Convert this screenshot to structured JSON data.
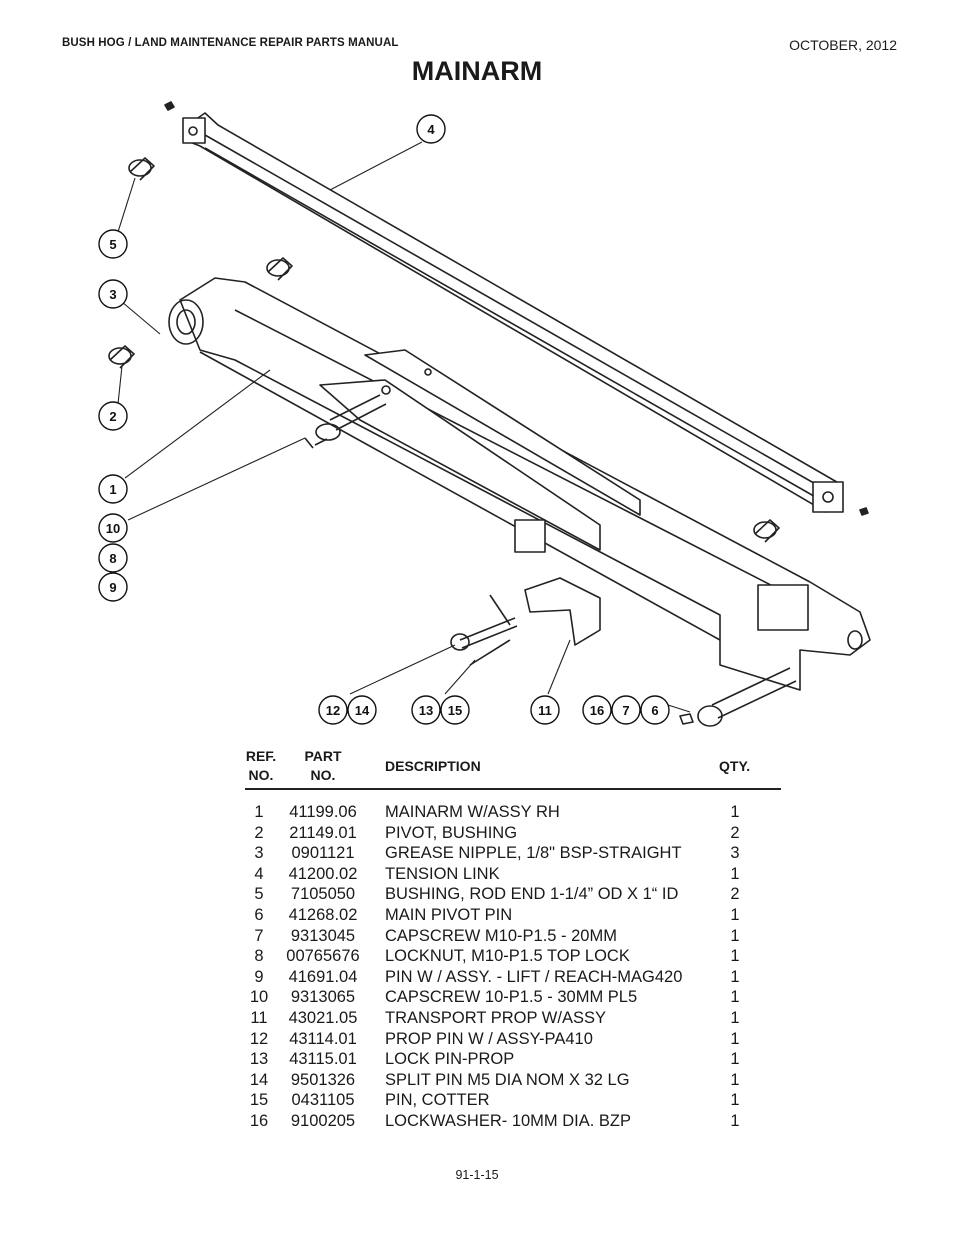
{
  "header": {
    "manual_title": "BUSH HOG / LAND MAINTENANCE REPAIR PARTS MANUAL",
    "date": "OCTOBER, 2012"
  },
  "page_title": "MAINARM",
  "diagram": {
    "callouts": [
      "4",
      "5",
      "3",
      "2",
      "1",
      "10",
      "8",
      "9",
      "12",
      "14",
      "13",
      "15",
      "11",
      "16",
      "7",
      "6"
    ]
  },
  "table": {
    "headers": {
      "ref_line1": "REF.",
      "ref_line2": "NO.",
      "part_line1": "PART",
      "part_line2": "NO.",
      "description": "DESCRIPTION",
      "qty": "QTY."
    },
    "rows": [
      {
        "ref": "1",
        "part": "41199.06",
        "desc": "MAINARM W/ASSY RH",
        "qty": "1"
      },
      {
        "ref": "2",
        "part": "21149.01",
        "desc": "PIVOT, BUSHING",
        "qty": "2"
      },
      {
        "ref": "3",
        "part": "0901121",
        "desc": "GREASE NIPPLE, 1/8\" BSP-STRAIGHT",
        "qty": "3"
      },
      {
        "ref": "4",
        "part": "41200.02",
        "desc": "TENSION LINK",
        "qty": "1"
      },
      {
        "ref": "5",
        "part": "7105050",
        "desc": "BUSHING, ROD END 1-1/4” OD X 1“ ID",
        "qty": "2"
      },
      {
        "ref": "6",
        "part": "41268.02",
        "desc": "MAIN PIVOT PIN",
        "qty": "1"
      },
      {
        "ref": "7",
        "part": "9313045",
        "desc": "CAPSCREW M10-P1.5 - 20MM",
        "qty": "1"
      },
      {
        "ref": "8",
        "part": "00765676",
        "desc": "LOCKNUT, M10-P1.5 TOP LOCK",
        "qty": "1"
      },
      {
        "ref": "9",
        "part": "41691.04",
        "desc": "PIN W / ASSY. - LIFT / REACH-MAG420",
        "qty": "1"
      },
      {
        "ref": "10",
        "part": "9313065",
        "desc": "CAPSCREW 10-P1.5 - 30MM PL5",
        "qty": "1"
      },
      {
        "ref": "11",
        "part": "43021.05",
        "desc": "TRANSPORT PROP W/ASSY",
        "qty": "1"
      },
      {
        "ref": "12",
        "part": "43114.01",
        "desc": "PROP PIN W / ASSY-PA410",
        "qty": "1"
      },
      {
        "ref": "13",
        "part": "43115.01",
        "desc": "LOCK PIN-PROP",
        "qty": "1"
      },
      {
        "ref": "14",
        "part": "9501326",
        "desc": "SPLIT PIN M5 DIA NOM X 32 LG",
        "qty": "1"
      },
      {
        "ref": "15",
        "part": "0431105",
        "desc": "PIN, COTTER",
        "qty": "1"
      },
      {
        "ref": "16",
        "part": "9100205",
        "desc": "LOCKWASHER- 10MM DIA. BZP",
        "qty": "1"
      }
    ]
  },
  "footer": {
    "page_number": "91-1-15"
  }
}
